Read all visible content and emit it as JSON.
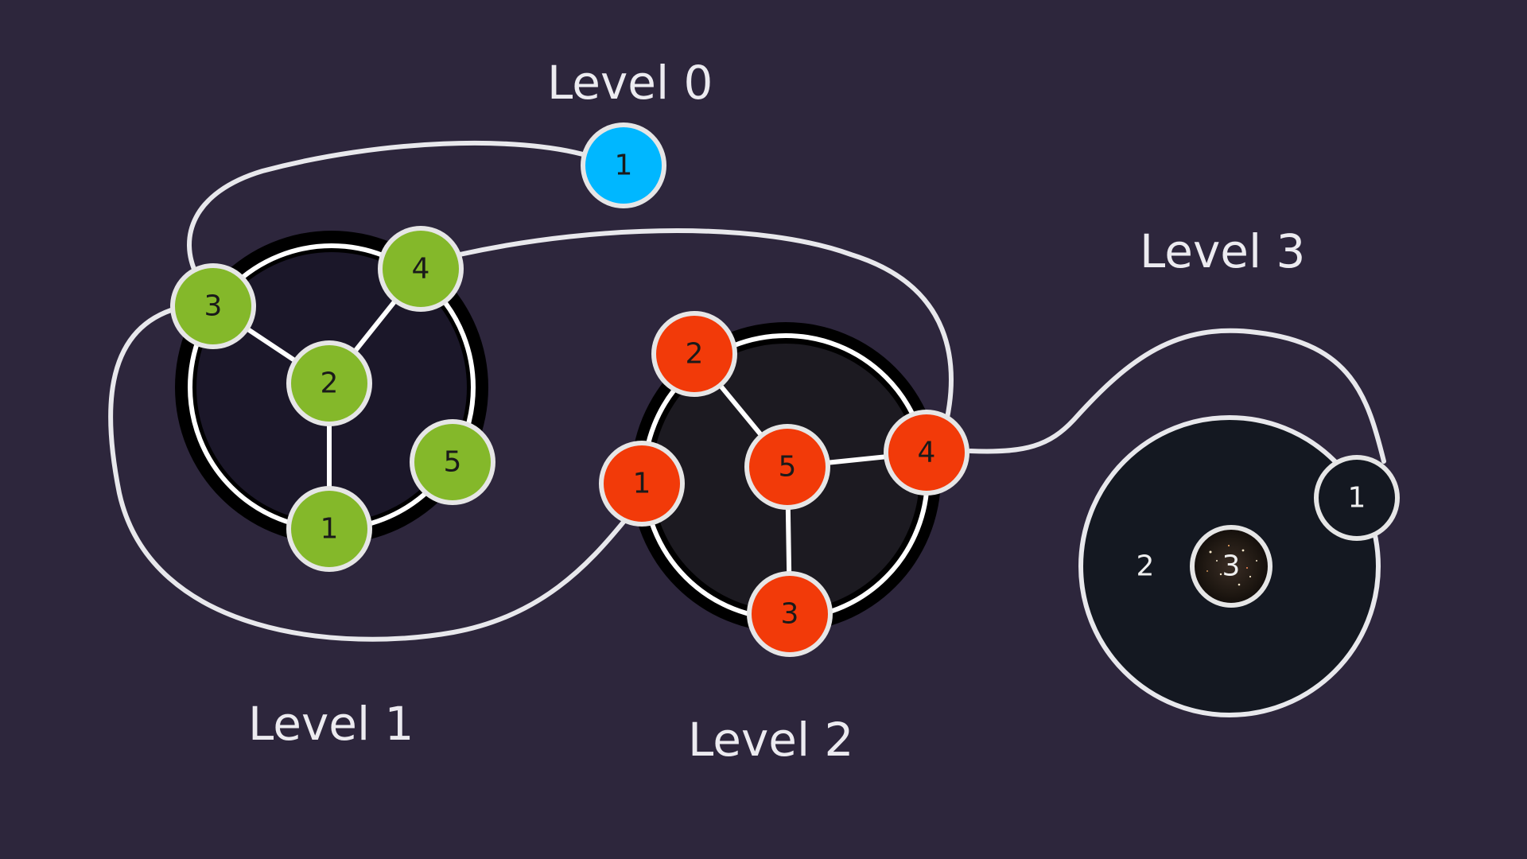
{
  "levels": {
    "level0": {
      "title": "Level 0",
      "color": "#00b7ff",
      "nodes": [
        "1"
      ]
    },
    "level1": {
      "title": "Level 1",
      "color": "#84b82a",
      "nodes": [
        "1",
        "2",
        "3",
        "4",
        "5"
      ]
    },
    "level2": {
      "title": "Level 2",
      "color": "#f23a09",
      "nodes": [
        "1",
        "2",
        "3",
        "4",
        "5"
      ]
    },
    "level3": {
      "title": "Level 3",
      "color": "#141821",
      "nodes": [
        "1",
        "2",
        "3"
      ]
    }
  }
}
